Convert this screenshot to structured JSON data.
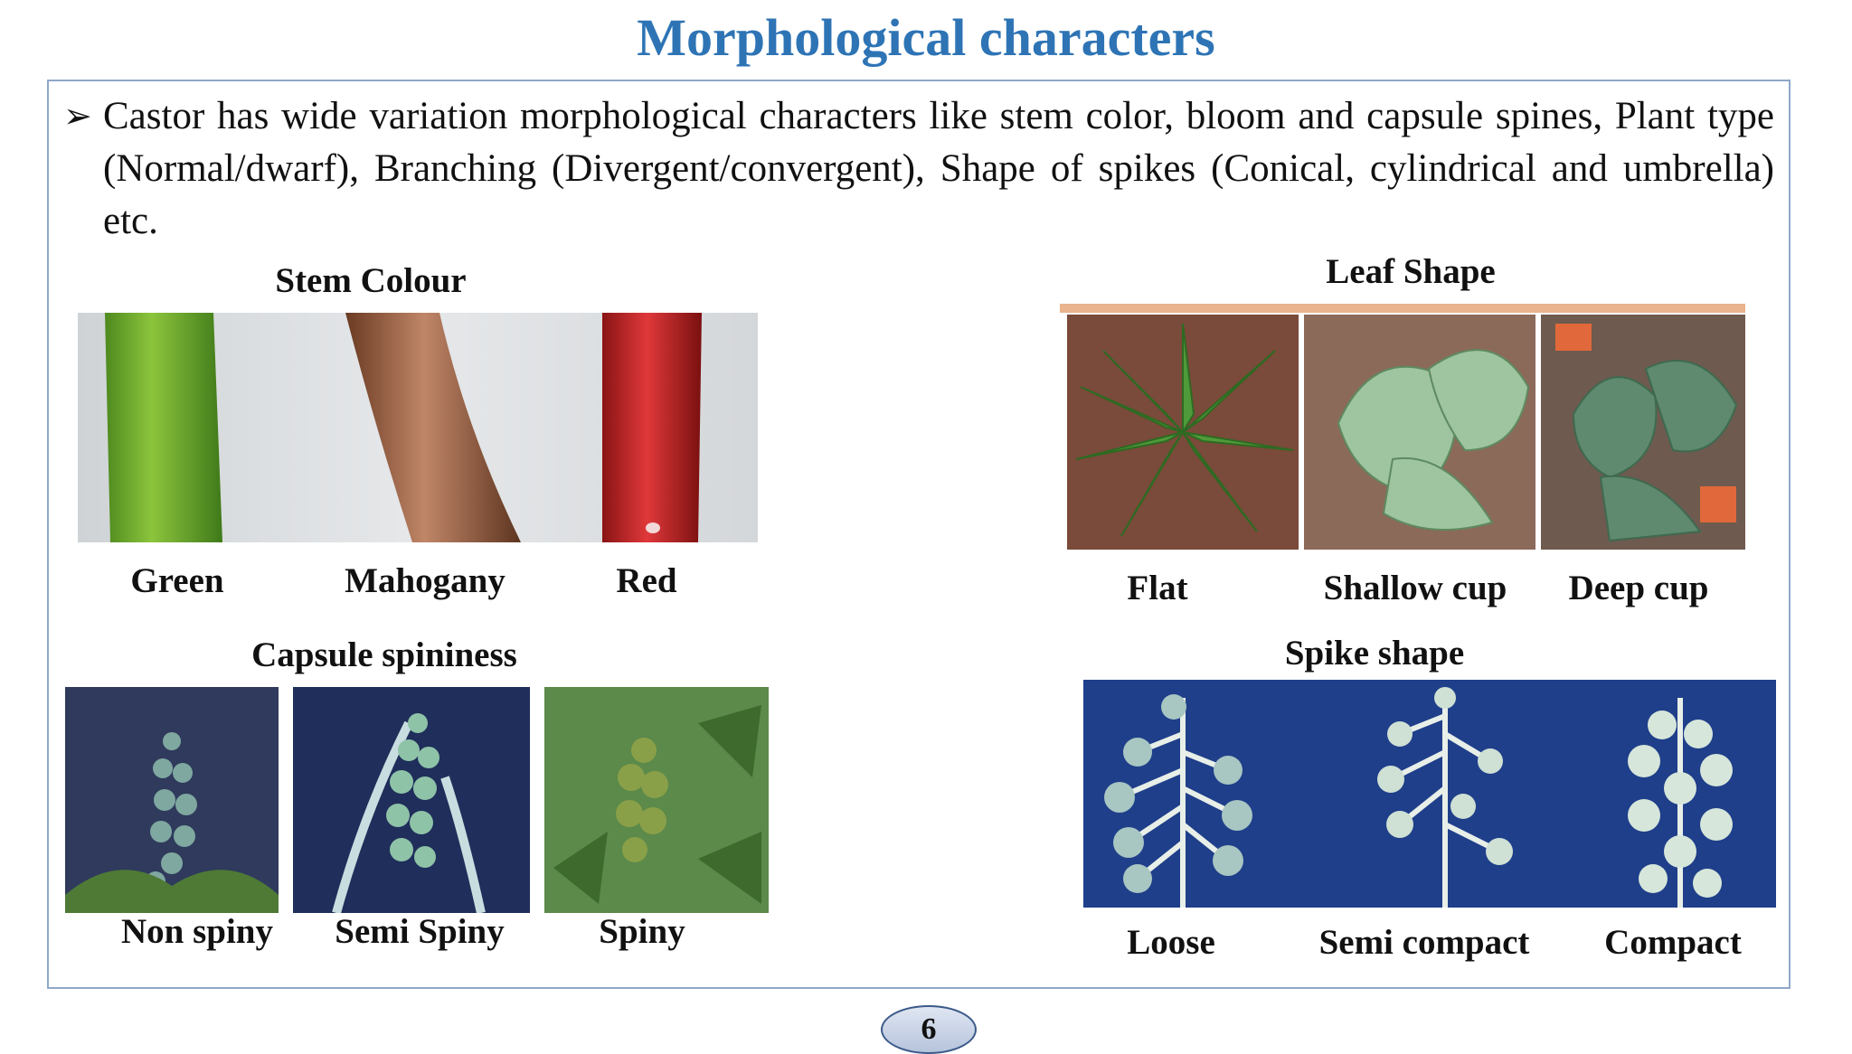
{
  "title": "Morphological characters",
  "bullet": {
    "marker": "➢",
    "text": "Castor has wide variation morphological characters like stem color, bloom and capsule spines, Plant type (Normal/dwarf), Branching (Divergent/convergent), Shape of spikes (Conical, cylindrical and umbrella) etc."
  },
  "stem_colour": {
    "heading": "Stem Colour",
    "labels": [
      "Green",
      "Mahogany",
      "Red"
    ]
  },
  "leaf_shape": {
    "heading": "Leaf Shape",
    "labels": [
      "Flat",
      "Shallow cup",
      "Deep cup"
    ]
  },
  "capsule_spininess": {
    "heading": "Capsule spininess",
    "labels": [
      "Non spiny",
      "Semi Spiny",
      "Spiny"
    ]
  },
  "spike_shape": {
    "heading": "Spike shape",
    "labels": [
      "Loose",
      "Semi compact",
      "Compact"
    ]
  },
  "page_number": "6"
}
